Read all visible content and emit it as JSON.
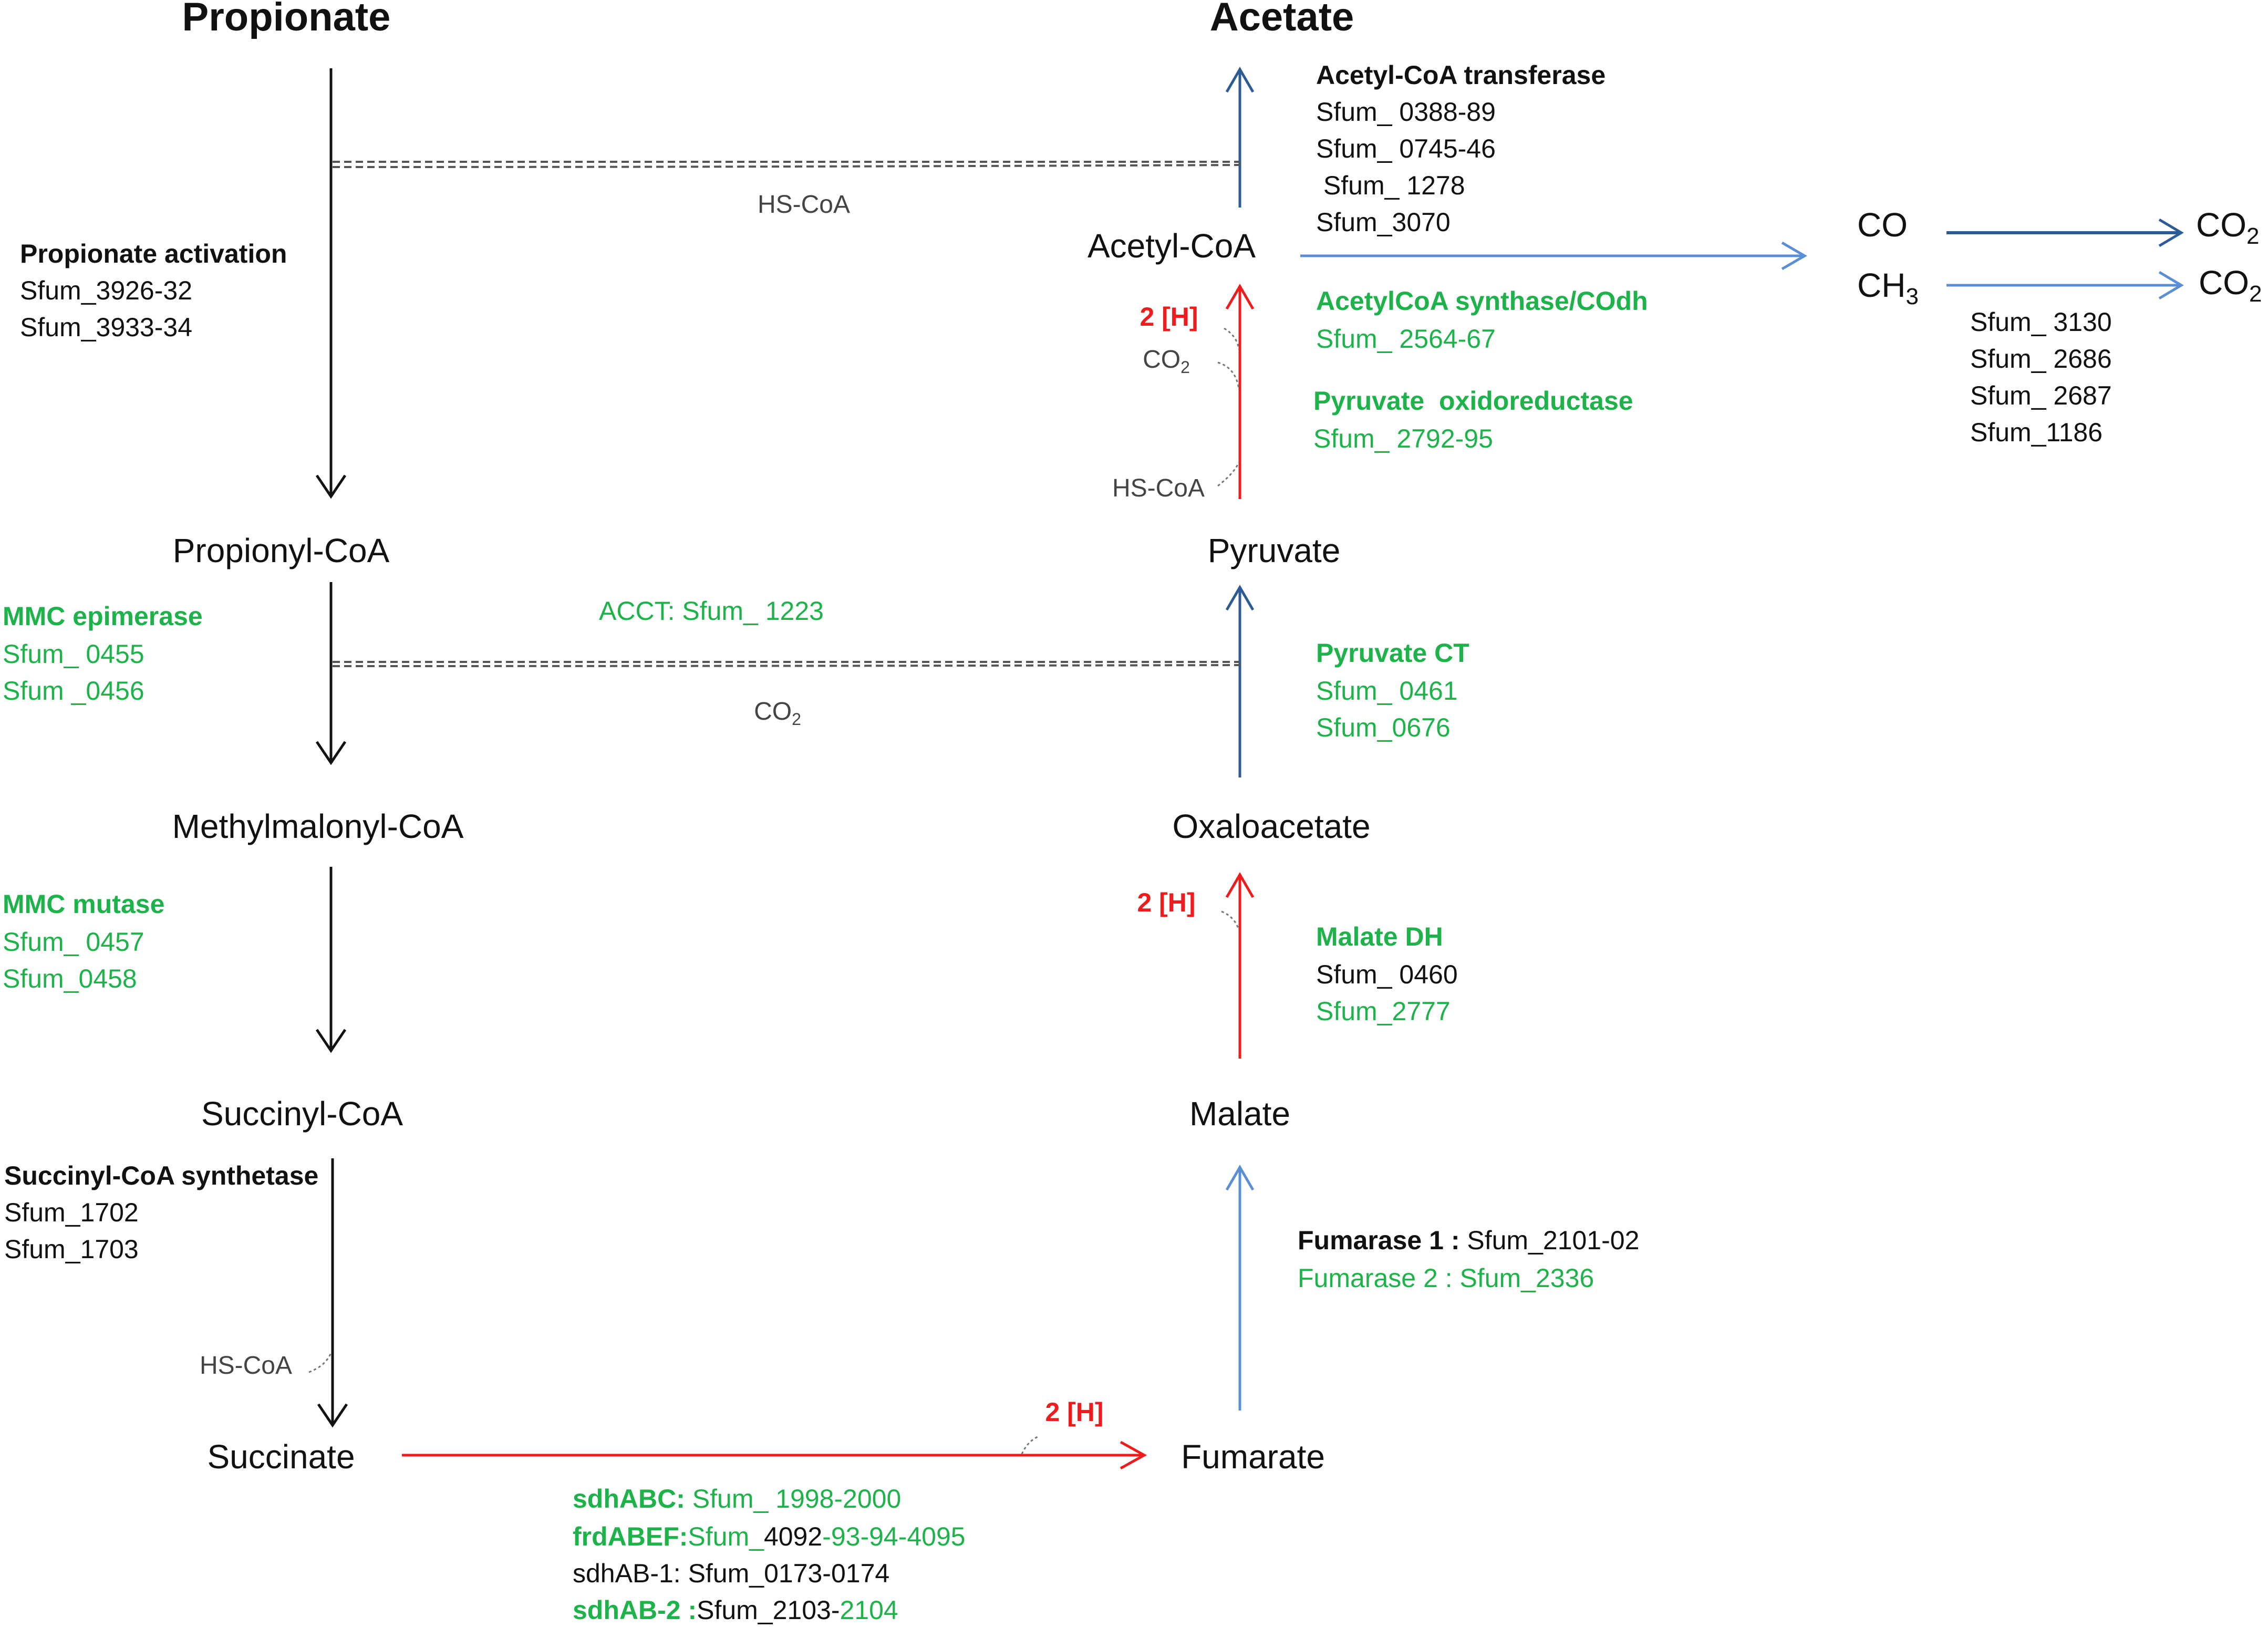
{
  "colors": {
    "black": "#111111",
    "green": "#1db34a",
    "red": "#ee1c1c",
    "blue_dark": "#2d5b96",
    "blue_light": "#5b8ed4",
    "gray": "#555555"
  },
  "titles": {
    "propionate": "Propionate",
    "acetate": "Acetate"
  },
  "compounds": {
    "propionyl_coa": "Propionyl-CoA",
    "methylmalonyl_coa": "Methylmalonyl-CoA",
    "succinyl_coa": "Succinyl-CoA",
    "succinate": "Succinate",
    "fumarate": "Fumarate",
    "malate": "Malate",
    "oxaloacetate": "Oxaloacetate",
    "pyruvate": "Pyruvate",
    "acetyl_coa": "Acetyl-CoA",
    "co": "CO",
    "ch3": "CH",
    "ch3_sub": "3",
    "co2_base": "CO",
    "co2_sub": "2"
  },
  "cofactors": {
    "hs_coa": "HS-CoA",
    "h2": "2 [H]",
    "co2_base": "CO",
    "co2_sub": "2"
  },
  "enzymes": {
    "propionate_activation": {
      "name": "Propionate  activation",
      "genes": [
        "Sfum_3926-32",
        "Sfum_3933-34"
      ]
    },
    "mmc_epimerase": {
      "name": "MMC epimerase",
      "genes": [
        "Sfum_ 0455",
        "Sfum _0456"
      ]
    },
    "mmc_mutase": {
      "name": "MMC mutase",
      "genes": [
        "Sfum_ 0457",
        "Sfum_0458"
      ]
    },
    "succinyl_coa_synthetase": {
      "name": "Succinyl-CoA synthetase",
      "genes": [
        "Sfum_1702",
        "Sfum_1703"
      ]
    },
    "acct": "ACCT: Sfum_ 1223",
    "acetyl_coa_transferase": {
      "name": "Acetyl-CoA transferase",
      "genes": [
        "Sfum_ 0388-89",
        "Sfum_ 0745-46",
        " Sfum_ 1278",
        "Sfum_3070"
      ]
    },
    "acetylcoa_synthase": {
      "name": "AcetylCoA synthase/COdh",
      "genes": [
        "Sfum_ 2564-67"
      ]
    },
    "pyruvate_oxidoreductase": {
      "name": "Pyruvate  oxidoreductase",
      "genes": [
        "Sfum_ 2792-95"
      ]
    },
    "pyruvate_ct": {
      "name": "Pyruvate CT",
      "genes": [
        "Sfum_ 0461",
        "Sfum_0676"
      ]
    },
    "malate_dh": {
      "name": "Malate DH",
      "genes": [
        "Sfum_ 0460",
        "Sfum_2777"
      ]
    },
    "fumarase1": {
      "name": "Fumarase 1 : ",
      "gene": "Sfum_2101-02"
    },
    "fumarase2": "Fumarase 2 : Sfum_2336",
    "methyl_genes": [
      "Sfum_ 3130",
      "Sfum_ 2686",
      "Sfum_ 2687",
      "Sfum_1186"
    ],
    "sdhabc": {
      "name": "sdhABC: ",
      "gene": "Sfum_ 1998-2000"
    },
    "frdabef": {
      "name": "frdABEF:",
      "gene_a": "Sfum_",
      "gene_b": "4092",
      "gene_c": "-93-94-4095"
    },
    "sdhab1": {
      "name": "sdhAB-1: ",
      "gene": "Sfum_0173-0174"
    },
    "sdhab2": {
      "name": "sdhAB-2 :",
      "gene_a": "Sfum_2103-",
      "gene_b": "2104"
    }
  }
}
